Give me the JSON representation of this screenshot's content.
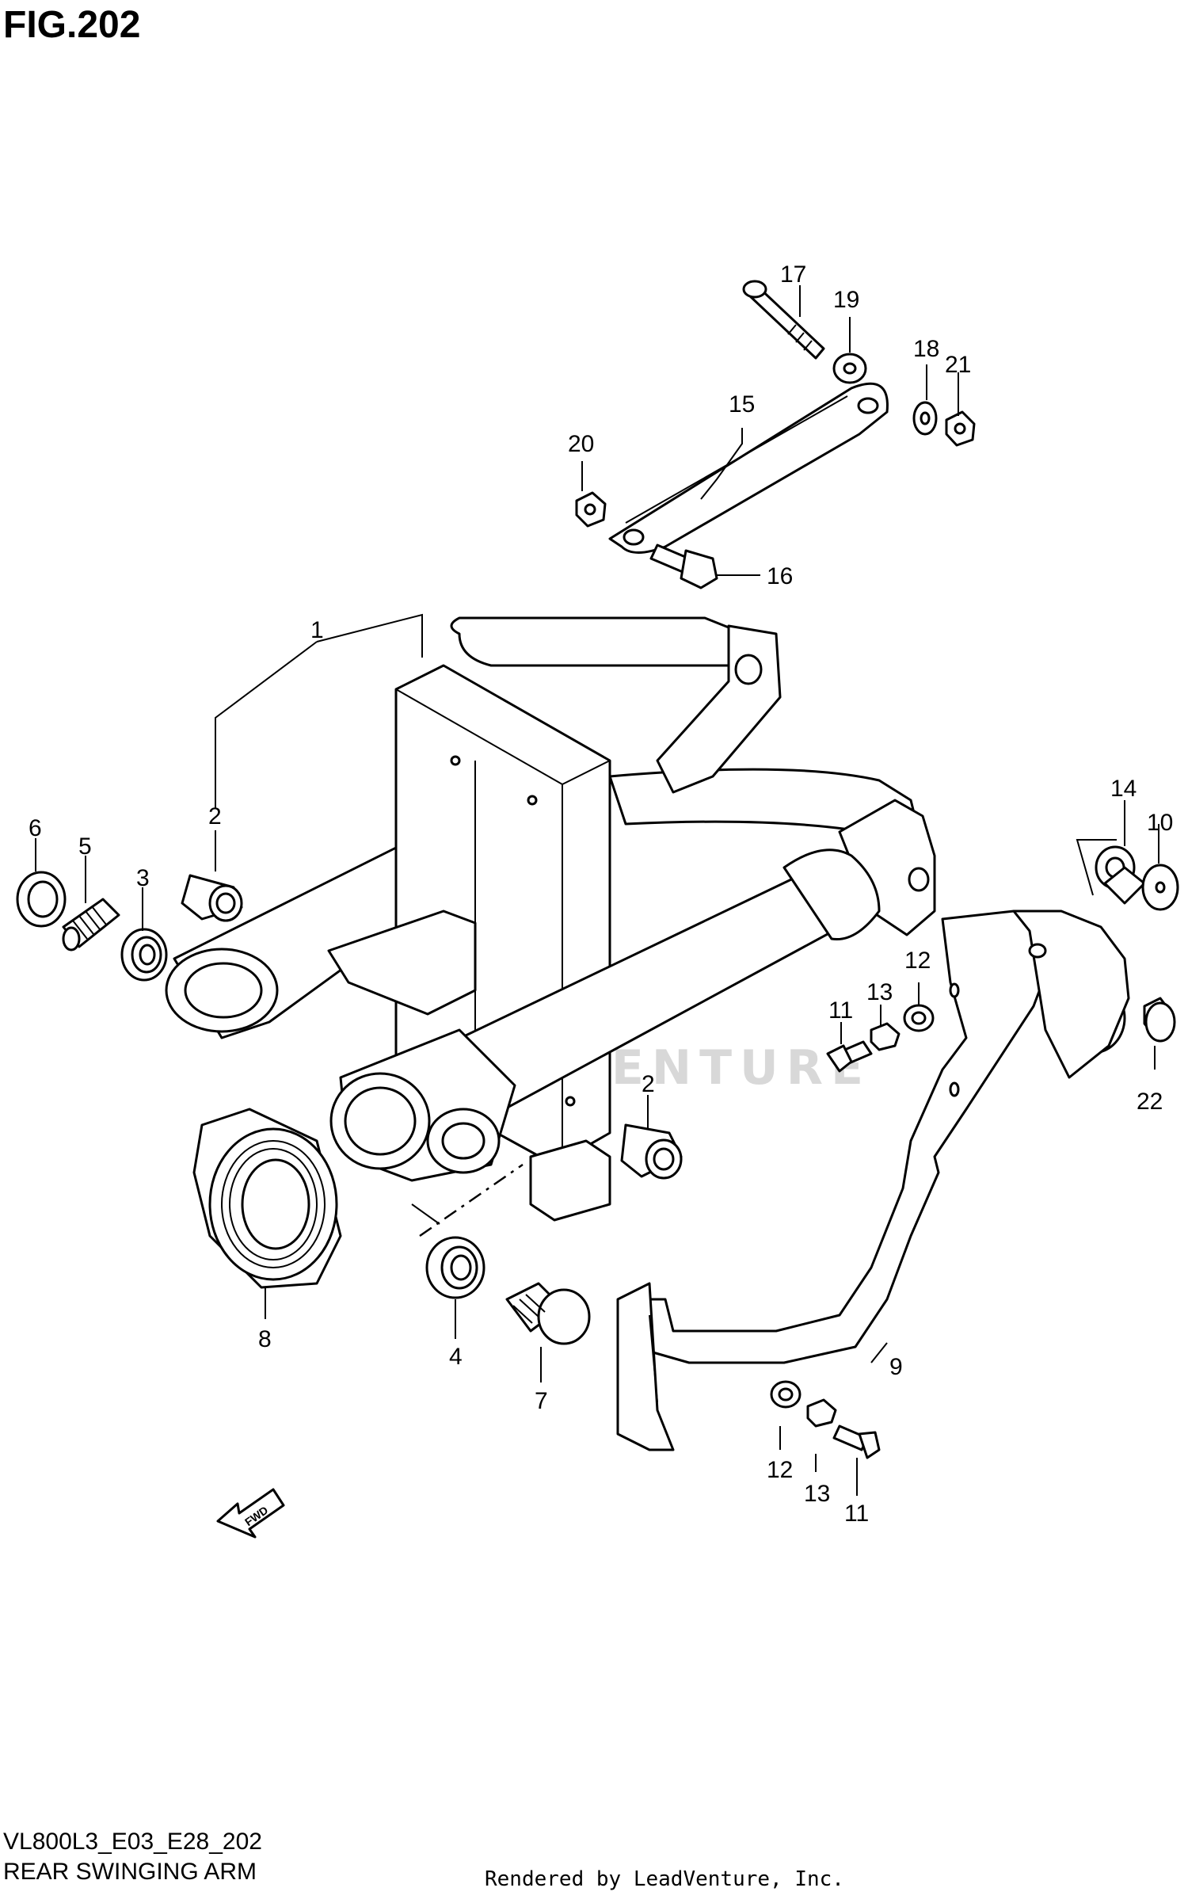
{
  "figure": {
    "title": "FIG.202",
    "model_code": "VL800L3_E03_E28_202",
    "subtitle": "REAR SWINGING ARM",
    "credit": "Rendered by LeadVenture, Inc.",
    "watermark": "LEADVENTURE",
    "direction_arrow": "FWD"
  },
  "callouts": {
    "c1": "1",
    "c2a": "2",
    "c2b": "2",
    "c3": "3",
    "c4": "4",
    "c5": "5",
    "c6": "6",
    "c7": "7",
    "c8": "8",
    "c9": "9",
    "c10": "10",
    "c11a": "11",
    "c11b": "11",
    "c12a": "12",
    "c12b": "12",
    "c13a": "13",
    "c13b": "13",
    "c14": "14",
    "c15": "15",
    "c16": "16",
    "c17": "17",
    "c18": "18",
    "c19": "19",
    "c20": "20",
    "c21": "21",
    "c22": "22"
  },
  "colors": {
    "ink": "#000000",
    "paper": "#ffffff",
    "watermark": "#d8d8d8"
  }
}
